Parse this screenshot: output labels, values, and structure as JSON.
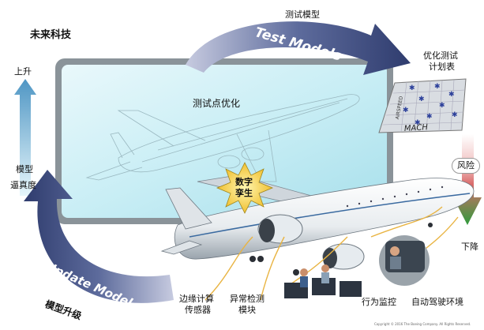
{
  "brand": "未来科技",
  "top_label": "测试模型",
  "test_models_banner": "Test Models",
  "update_model_banner": "Update Model",
  "update_label": "模型升级",
  "rise_label": "上升",
  "fidelity_label_1": "模型",
  "fidelity_label_2": "逼真度",
  "optimize_label": "测试点优化",
  "digital_twin_1": "数字",
  "digital_twin_2": "孪生",
  "schedule_label_1": "优化测试",
  "schedule_label_2": "计划表",
  "schedule_axis_y": "AIRSPEED",
  "schedule_axis_x": "MACH",
  "risk_label": "风险",
  "drop_label": "下降",
  "edge_compute_1": "边缘计算",
  "edge_compute_2": "传感器",
  "anomaly_1": "异常检测",
  "anomaly_2": "模块",
  "behavior_label": "行为监控",
  "autodrive_label": "自动驾驶环境",
  "copyright": "Copyright © 2016 The Boeing Company. All Rights Reserved.",
  "colors": {
    "up_arrow_top": "#5aa0c8",
    "up_arrow_bottom": "#d8f0f8",
    "banner_dark": "#3a4a7a",
    "risk_top": "#ffffff",
    "risk_bottom": "#2d9a3a",
    "wire": "#e8b84a"
  }
}
